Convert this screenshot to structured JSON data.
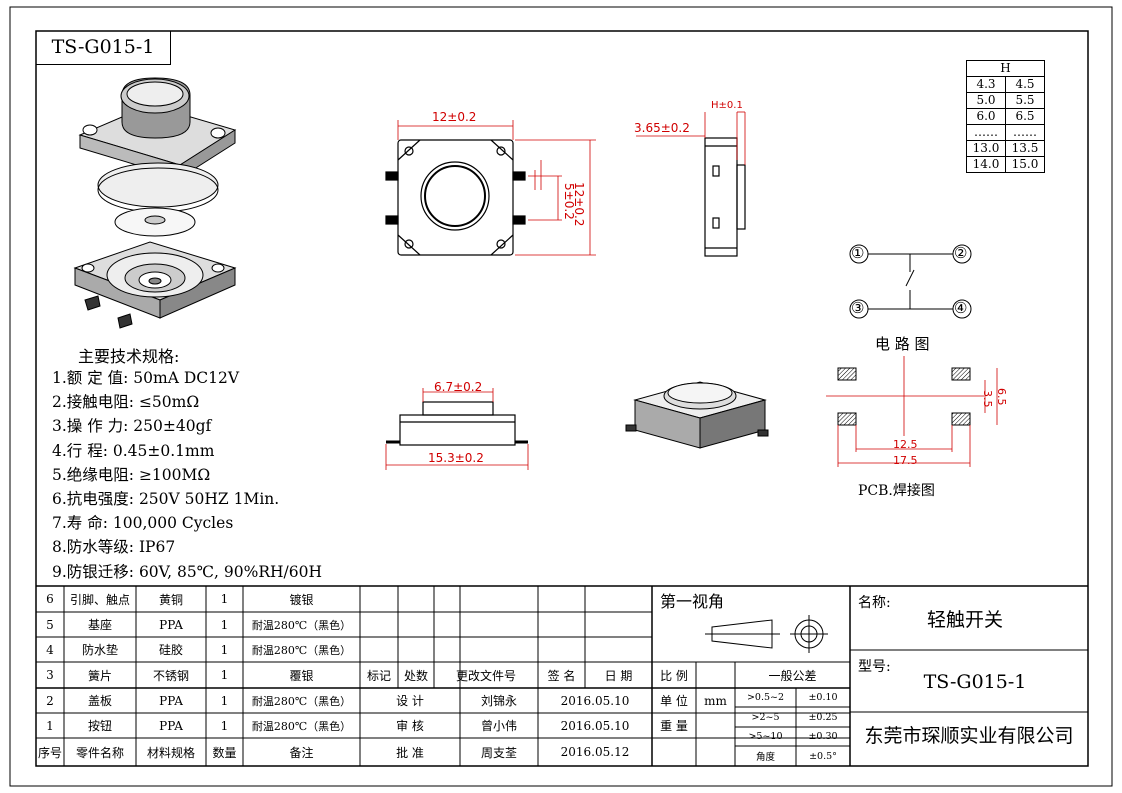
{
  "drawing_no": "TS-G015-1",
  "specs": {
    "heading": "主要技术规格:",
    "items": [
      "1.额 定 值: 50mA DC12V",
      "2.接触电阻: ≤50mΩ",
      "3.操 作 力: 250±40gf",
      "4.行    程: 0.45±0.1mm",
      "5.绝缘电阻: ≥100MΩ",
      "6.抗电强度: 250V 50HZ 1Min.",
      "7.寿    命: 100,000 Cycles",
      "8.防水等级: IP67",
      "9.防银迁移: 60V, 85℃, 90%RH/60H"
    ]
  },
  "h_table": {
    "header": "H",
    "rows": [
      [
        "4.3",
        "4.5"
      ],
      [
        "5.0",
        "5.5"
      ],
      [
        "6.0",
        "6.5"
      ],
      [
        "……",
        "……"
      ],
      [
        "13.0",
        "13.5"
      ],
      [
        "14.0",
        "15.0"
      ]
    ]
  },
  "dims": {
    "top_width": "12±0.2",
    "top_height": "12±0.2",
    "pin_pitch": "5±0.2",
    "side_h": "H±0.1",
    "side_depth": "3.65±0.2",
    "front_cap": "6.7±0.2",
    "front_len": "15.3±0.2",
    "pcb_a": "12.5",
    "pcb_b": "17.5",
    "pcb_c": "3.5",
    "pcb_d": "6.5"
  },
  "circuit": {
    "pins": [
      "①",
      "②",
      "③",
      "④"
    ],
    "label": "电 路 图"
  },
  "pcb_label": "PCB.焊接图",
  "bom": {
    "rows": [
      {
        "no": "6",
        "name": "引脚、触点",
        "material": "黄铜",
        "qty": "1",
        "note": "镀银"
      },
      {
        "no": "5",
        "name": "基座",
        "material": "PPA",
        "qty": "1",
        "note": "耐温280℃（黑色）"
      },
      {
        "no": "4",
        "name": "防水垫",
        "material": "硅胶",
        "qty": "1",
        "note": "耐温280℃（黑色）"
      },
      {
        "no": "3",
        "name": "簧片",
        "material": "不锈钢",
        "qty": "1",
        "note": "覆银"
      },
      {
        "no": "2",
        "name": "盖板",
        "material": "PPA",
        "qty": "1",
        "note": "耐温280℃（黑色）"
      },
      {
        "no": "1",
        "name": "按钮",
        "material": "PPA",
        "qty": "1",
        "note": "耐温280℃（黑色）"
      }
    ],
    "header": {
      "no": "序号",
      "name": "零件名称",
      "material": "材料规格",
      "qty": "数量",
      "note": "备注"
    }
  },
  "revision": {
    "mark": "标记",
    "count": "处数",
    "doc": "更改文件号",
    "sign": "签 名",
    "date": "日 期"
  },
  "approvals": [
    {
      "role": "设  计",
      "name": "刘锦永",
      "date": "2016.05.10"
    },
    {
      "role": "审  核",
      "name": "曾小伟",
      "date": "2016.05.10"
    },
    {
      "role": "批  准",
      "name": "周支荃",
      "date": "2016.05.12"
    }
  ],
  "projection": "第一视角",
  "scale_label": "比 例",
  "unit_label": "单 位",
  "unit_value": "mm",
  "weight_label": "重 量",
  "tolerance": {
    "title": "一般公差",
    "rows": [
      [
        ">0.5~2",
        "±0.10"
      ],
      [
        ">2~5",
        "±0.25"
      ],
      [
        ">5~10",
        "±0.30"
      ],
      [
        "角度",
        "±0.5°"
      ]
    ]
  },
  "name_label": "名称:",
  "name_value": "轻触开关",
  "model_label": "型号:",
  "model_value": "TS-G015-1",
  "company": "东莞市琛顺实业有限公司"
}
